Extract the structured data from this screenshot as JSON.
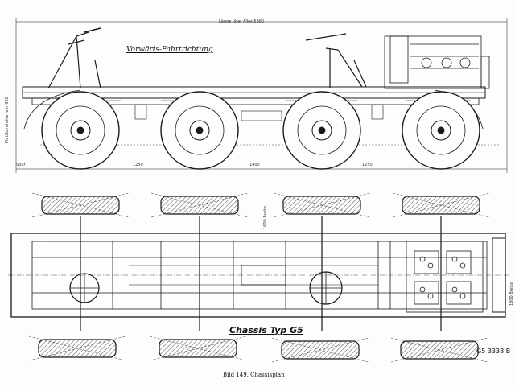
{
  "labels": {
    "direction": "Vorwärts-Fahrtrichtung",
    "chassis_type": "Chassis Typ G5",
    "drawing_ref": "G5 3338 B",
    "caption": "Bild 149. Chassisplan"
  },
  "dimensions": {
    "overall_length": "Länge über Alles 5380",
    "wheelbase_1": "1250",
    "wheelbase_2": "1400",
    "wheelbase_3": "1250",
    "track": "Spur",
    "frame_height": "Plattformhöhe leer 950",
    "front_width": "1800 Breite",
    "body_width": "1600 Breite"
  },
  "colors": {
    "line": "#1a1a1a",
    "hatch": "#555555",
    "paper": "#fdfdfb"
  }
}
